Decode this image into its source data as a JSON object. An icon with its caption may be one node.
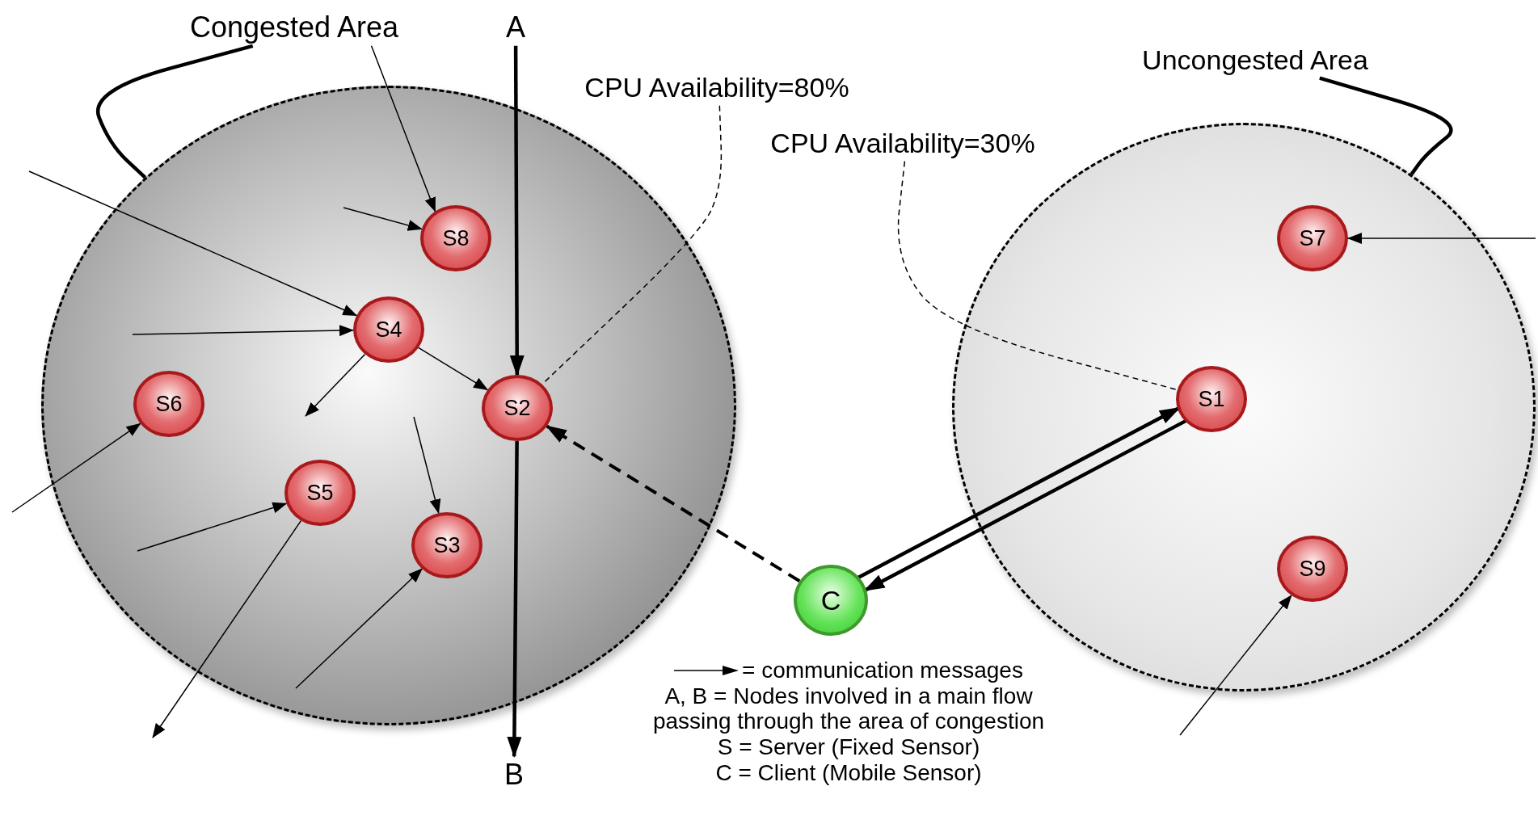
{
  "diagram": {
    "nodes": [
      {
        "text": [
          "Congested Area"
        ]
      },
      {
        "text": [
          "A"
        ]
      },
      {
        "text": [
          "CPU Availability=80%"
        ]
      },
      {
        "text": [
          "Uncongested Area"
        ]
      },
      {
        "text": [
          "CPU Availability=30%"
        ]
      },
      {
        "text": [],
        "shape": "circle"
      },
      {
        "text": [
          "S8"
        ],
        "in": 5
      },
      {
        "text": [
          "S4"
        ],
        "in": 5
      },
      {
        "text": [
          "S6"
        ],
        "in": 5
      },
      {
        "text": [
          "S2"
        ],
        "in": 5
      },
      {
        "text": [
          "S5"
        ],
        "in": 5
      },
      {
        "text": [
          "S3"
        ],
        "in": 5
      },
      {
        "text": [],
        "shape": "circle"
      },
      {
        "text": [
          "S7"
        ],
        "in": 12
      },
      {
        "text": [
          "S1"
        ],
        "in": 12
      },
      {
        "text": [
          "S9"
        ],
        "in": 12
      },
      {
        "text": [
          "C"
        ]
      },
      {
        "text": [
          "B"
        ]
      }
    ],
    "edges": [
      {
        "from": 0,
        "to": 6,
        "arrow": "to"
      },
      {
        "from": 0,
        "to": 5,
        "arrow": "none",
        "style": "thick"
      },
      {
        "from": 3,
        "to": 12,
        "arrow": "none",
        "style": "thick"
      },
      {
        "from": 1,
        "to": 9,
        "arrow": "to",
        "style": "thick"
      },
      {
        "from": 9,
        "to": 17,
        "arrow": "to",
        "style": "thick"
      },
      {
        "from": null,
        "to": 6,
        "arrow": "to"
      },
      {
        "from": null,
        "to": 7,
        "arrow": "to"
      },
      {
        "from": null,
        "to": 7,
        "arrow": "to"
      },
      {
        "from": 7,
        "to": 9,
        "arrow": "to"
      },
      {
        "from": 7,
        "to": null,
        "arrow": "to"
      },
      {
        "from": null,
        "to": 8,
        "arrow": "to"
      },
      {
        "from": null,
        "to": 10,
        "arrow": "to"
      },
      {
        "from": 10,
        "to": null,
        "arrow": "to"
      },
      {
        "from": null,
        "to": 11,
        "arrow": "to"
      },
      {
        "from": null,
        "to": 11,
        "arrow": "to"
      },
      {
        "from": null,
        "to": 13,
        "arrow": "to"
      },
      {
        "from": null,
        "to": 15,
        "arrow": "to"
      },
      {
        "from": 16,
        "to": 14,
        "arrow": "to",
        "style": "thick"
      },
      {
        "from": 14,
        "to": 16,
        "arrow": "to",
        "style": "thick"
      },
      {
        "from": 16,
        "to": 9,
        "arrow": "to",
        "style": "dashed"
      },
      {
        "from": 2,
        "to": 9,
        "arrow": "none",
        "style": "dashed"
      },
      {
        "from": 4,
        "to": 14,
        "arrow": "none",
        "style": "dashed"
      }
    ],
    "labels": [
      "A, B = Nodes involved in a main flow passing through the area of congestion",
      "S = Server (Fixed Sensor)",
      "C = Client (Mobile Sensor)"
    ],
    "legend": [
      {
        "text": "= communication messages"
      }
    ]
  }
}
